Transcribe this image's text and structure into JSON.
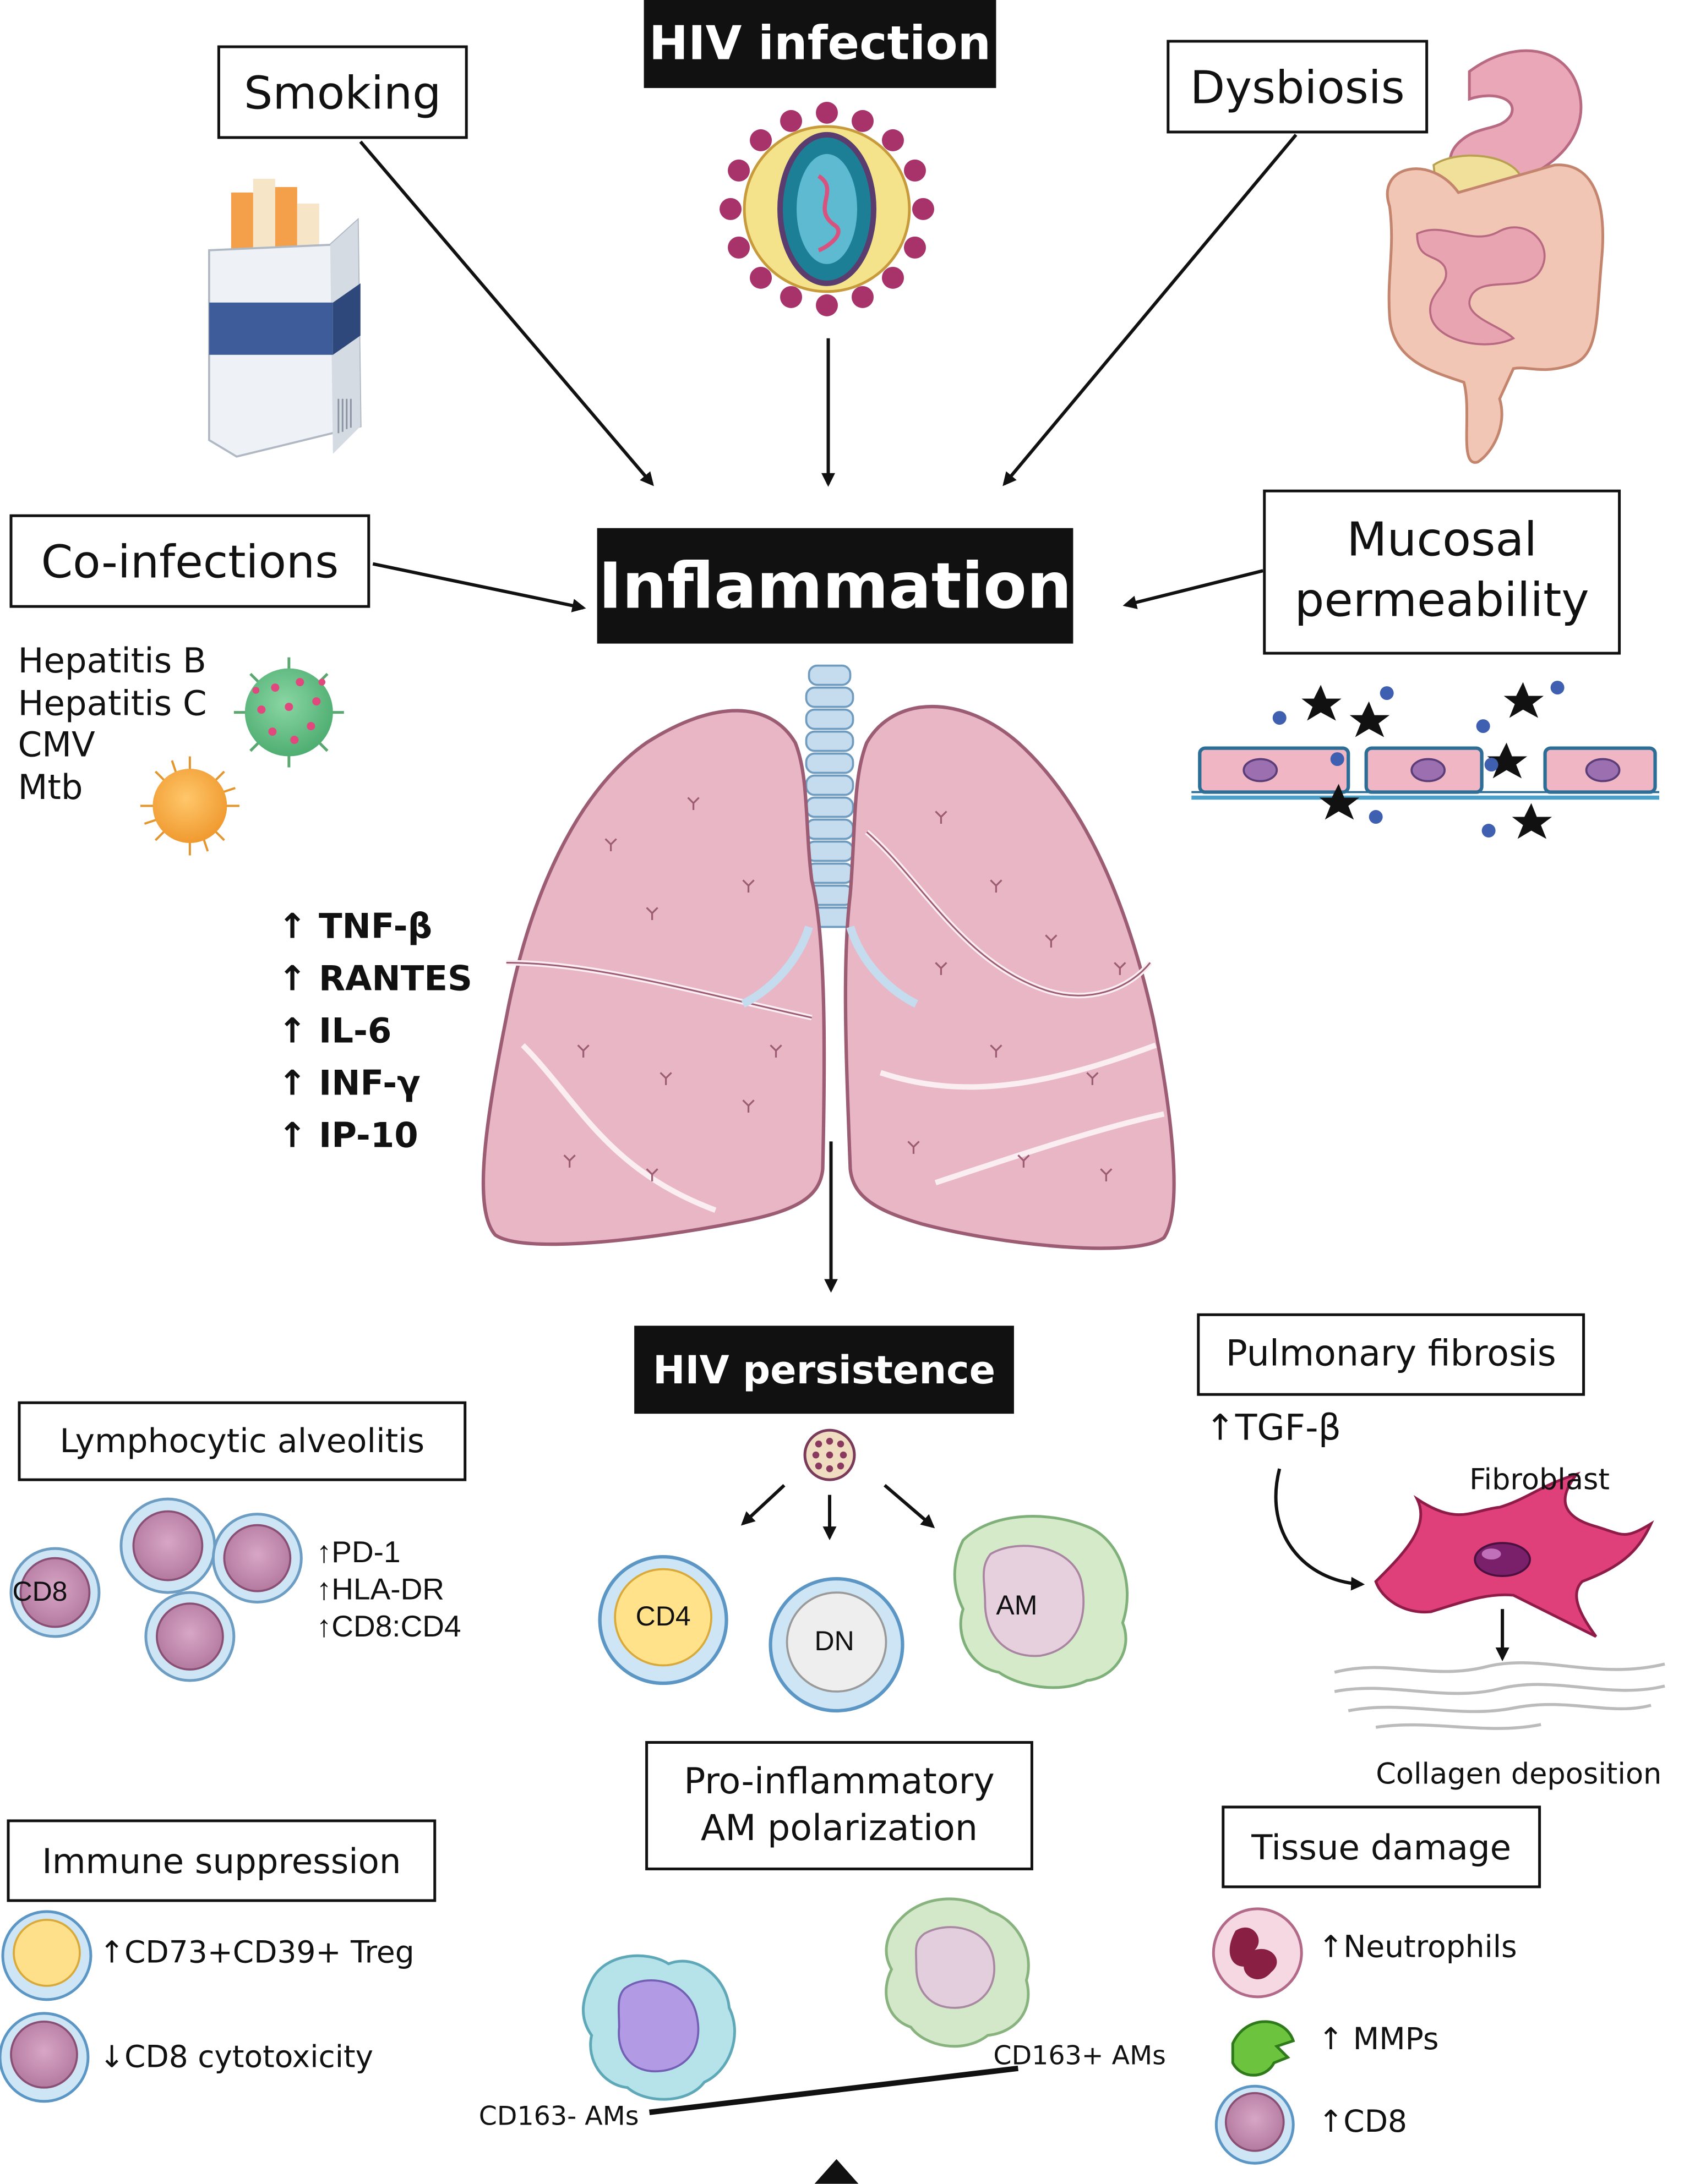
{
  "top_factors": {
    "smoking": "Smoking",
    "hiv_infection": "HIV infection",
    "dysbiosis": "Dysbiosis",
    "co_infections": "Co-infections",
    "mucosal_permeability_line1": "Mucosal",
    "mucosal_permeability_line2": "permeability"
  },
  "center": {
    "inflammation": "Inflammation",
    "hiv_persistence": "HIV persistence"
  },
  "co_infection_list": [
    "Hepatitis B",
    "Hepatitis C",
    "CMV",
    "Mtb"
  ],
  "cytokines": [
    "↑ TNF-β",
    "↑ RANTES",
    "↑ IL-6",
    "↑ INF-γ",
    "↑ IP-10"
  ],
  "lymphocytic_alveolitis": {
    "title": "Lymphocytic alveolitis",
    "cell_label": "CD8",
    "markers": [
      "↑PD-1",
      "↑HLA-DR",
      "↑CD8:CD4"
    ]
  },
  "persistence_cells": {
    "cd4": "CD4",
    "dn": "DN",
    "am": "AM"
  },
  "am_polarization": {
    "line1": "Pro-inflammatory",
    "line2": "AM polarization",
    "left_label": "CD163- AMs",
    "right_label": "CD163+ AMs"
  },
  "pulmonary_fibrosis": {
    "title": "Pulmonary fibrosis",
    "tgf": "↑TGF-β",
    "fibroblast": "Fibroblast",
    "collagen": "Collagen deposition"
  },
  "immune_suppression": {
    "title": "Immune suppression",
    "treg": "↑CD73+CD39+ Treg",
    "cd8": "↓CD8 cytotoxicity"
  },
  "tissue_damage": {
    "title": "Tissue damage",
    "items": [
      "↑Neutrophils",
      "↑ MMPs",
      "↑CD8"
    ]
  },
  "colors": {
    "lung": "#e9b9c7",
    "trachea": "#b8d4ea",
    "cell_purple": "#c48fb3",
    "cell_membrane": "#bcdcf0",
    "cd4_core": "#ffe38a",
    "am_green": "#d2e8c8",
    "am_cyan": "#b8e4ea",
    "fibroblast": "#e0407a",
    "black_box": "#111111"
  }
}
